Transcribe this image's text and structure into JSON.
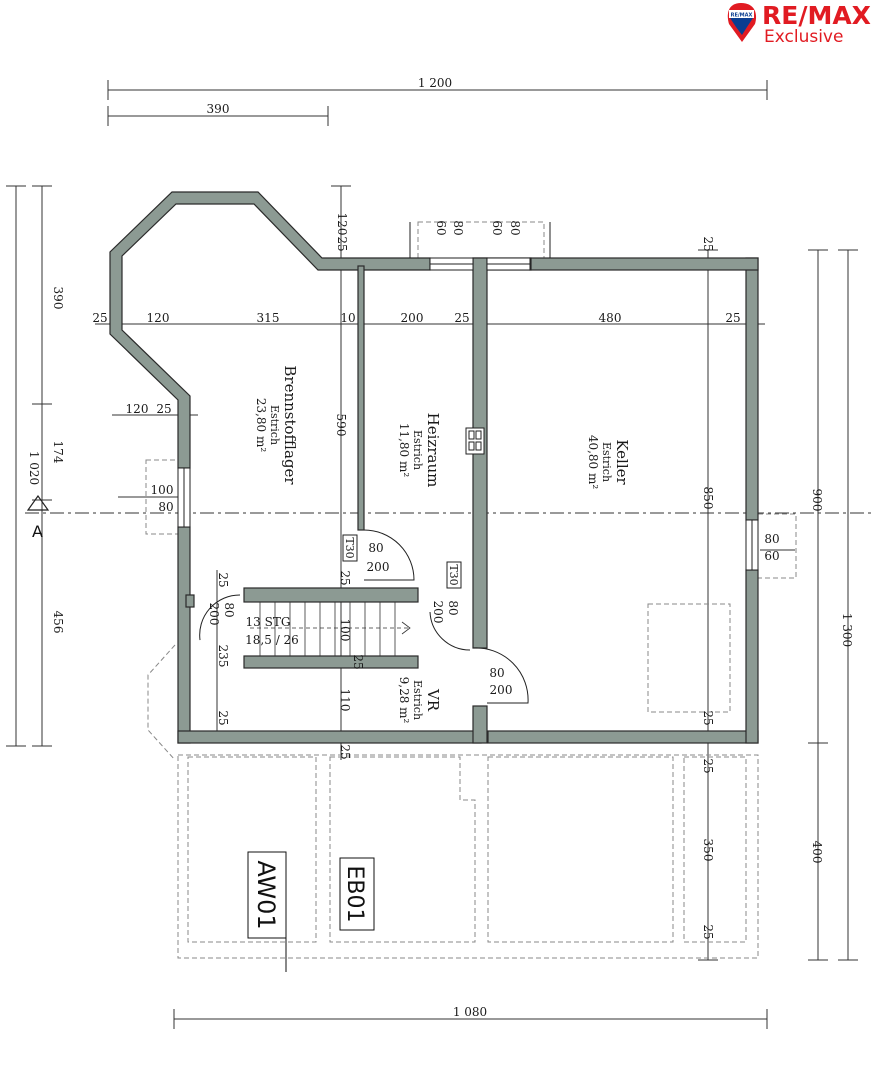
{
  "logo": {
    "brand": "RE/MAX",
    "subtitle": "Exclusive",
    "balloon_text": "RE/MAX",
    "colors": {
      "red": "#e11b22",
      "blue": "#0a3d91"
    }
  },
  "colors": {
    "wall_fill": "#8c9a93",
    "wall_stroke": "#2a2a2a",
    "line": "#333333"
  },
  "dimensions": {
    "top_total": "1 200",
    "top_partial": "390",
    "bottom_total": "1 080",
    "left_total": "1 020",
    "left_390": "390",
    "left_174": "174",
    "left_456": "456",
    "right_1300": "1 300",
    "right_900": "900",
    "right_400": "400",
    "inner_850": "850",
    "inner_350": "350",
    "inner_590": "590",
    "row_25a": "25",
    "row_120": "120",
    "row_315": "315",
    "row_10": "10",
    "row_200": "200",
    "row_25b": "25",
    "row_480": "480",
    "row_25c": "25",
    "top_120": "120",
    "top_25": "25",
    "top_25_right": "25",
    "win_60a": "60",
    "win_80a": "80",
    "win_60b": "60",
    "win_80b": "80",
    "left_120_2": "120",
    "left_25_2": "25",
    "win_left_100": "100",
    "win_left_80": "80",
    "win_right_80": "80",
    "win_right_60": "60",
    "door_heiz_80": "80",
    "door_heiz_200": "200",
    "door_mid_80": "80",
    "door_mid_200": "200",
    "door_vr_80": "80",
    "door_vr_200": "200",
    "door_left_80": "80",
    "door_left_200": "200",
    "door_left_25": "25",
    "stair_v_25": "25",
    "stair_100": "100",
    "stair_25b": "25",
    "stair_110": "110",
    "stair_25c": "25",
    "bottom_25": "25",
    "left_235": "235",
    "left_25_bot": "25",
    "right_25_a": "25",
    "right_25_b": "25",
    "right_25_c": "25"
  },
  "rooms": {
    "brennstoff": {
      "name": "Brennstofflager",
      "floor": "Estrich",
      "area": "23,80 m²"
    },
    "heizraum": {
      "name": "Heizraum",
      "floor": "Estrich",
      "area": "11,80 m²"
    },
    "keller": {
      "name": "Keller",
      "floor": "Estrich",
      "area": "40,80 m²"
    },
    "vr": {
      "name": "VR",
      "floor": "Estrich",
      "area": "9,28 m²"
    }
  },
  "stair": {
    "steps": "13 STG",
    "ratio": "18,5 / 26"
  },
  "door_ratings": {
    "t30_a": "T30",
    "t30_b": "T30"
  },
  "section_marker": "A",
  "stamps": {
    "aw": "AW01",
    "eb": "EB01"
  }
}
